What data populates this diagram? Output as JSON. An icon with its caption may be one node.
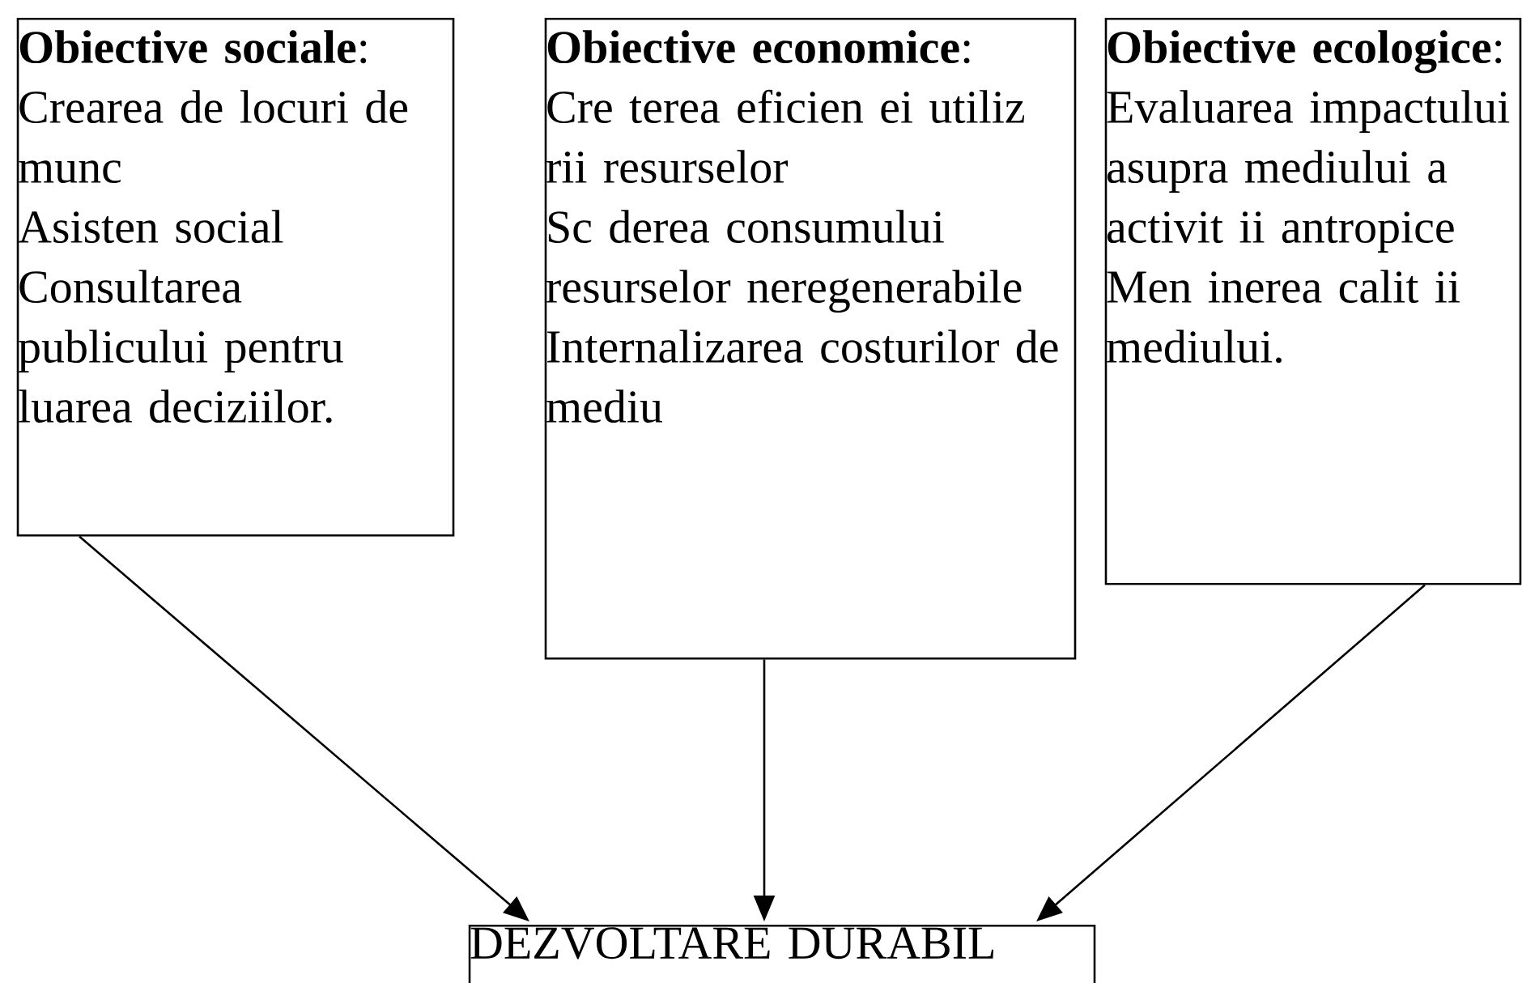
{
  "diagram": {
    "nodes": [
      {
        "text": [
          "**Obiective sociale**:",
          "Crearea de locuri de munc",
          "Asisten   social",
          "Consultarea publicului pentru luarea deciziilor."
        ]
      },
      {
        "text": [
          "**Obiective economice**:",
          "Cre terea eficien ei utiliz rii resurselor",
          "Sc derea consumului resurselor neregenerabile",
          "Internalizarea costurilor de mediu"
        ]
      },
      {
        "text": [
          "**Obiective ecologice**:",
          "Evaluarea impactului asupra mediului a activit ii antropice",
          "Men inerea calit ii mediului."
        ]
      },
      {
        "text": [
          "DEZVOLTARE DURABIL"
        ]
      }
    ],
    "edges": [
      {
        "from": 0,
        "to": 3,
        "arrow": "to"
      },
      {
        "from": 1,
        "to": 3,
        "arrow": "to"
      },
      {
        "from": 2,
        "to": 3,
        "arrow": "to"
      }
    ]
  }
}
